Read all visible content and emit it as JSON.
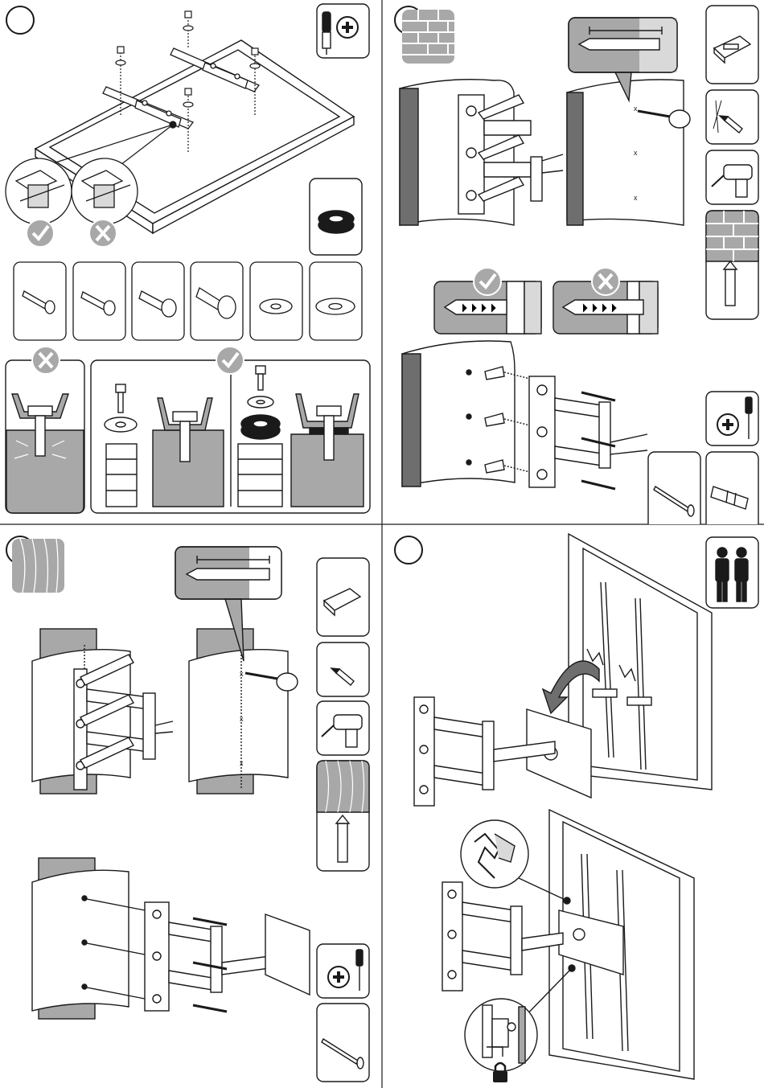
{
  "document": {
    "type": "tv-wall-mount-installation-sheet",
    "text_content": [],
    "steps": [
      {
        "position": "top-left",
        "topic": "attach-brackets-to-tv",
        "tools": [
          "screwdriver-phillips-icon"
        ],
        "hardware": [
          "screw-m4",
          "screw-m5",
          "screw-m6",
          "screw-m8",
          "washer-small",
          "washer-large",
          "spacer-ring"
        ],
        "marks": [
          "check-icon",
          "cross-icon"
        ]
      },
      {
        "position": "top-right",
        "topic": "mount-to-brick-wall",
        "tools": [
          "spirit-level-icon",
          "pencil-icon",
          "drill-icon",
          "masonry-bit-icon",
          "screwdriver-phillips-icon"
        ],
        "hardware": [
          "lag-screw",
          "wall-anchor"
        ],
        "marks": [
          "check-icon",
          "cross-icon"
        ]
      },
      {
        "position": "bottom-left",
        "topic": "mount-to-wood-stud",
        "tools": [
          "spirit-level-icon",
          "pencil-icon",
          "drill-icon",
          "wood-bit-icon",
          "screwdriver-phillips-icon"
        ],
        "hardware": [
          "lag-screw"
        ]
      },
      {
        "position": "bottom-right",
        "topic": "hang-tv-on-arm",
        "tools": [
          "two-person-icon"
        ],
        "marks": [
          "lock-icon"
        ]
      }
    ]
  },
  "colors": {
    "line": "#1a1a1a",
    "grey": "#a8a8a8",
    "dark_grey": "#6e6e6e",
    "light_grey": "#d9d9d9",
    "white": "#ffffff"
  }
}
